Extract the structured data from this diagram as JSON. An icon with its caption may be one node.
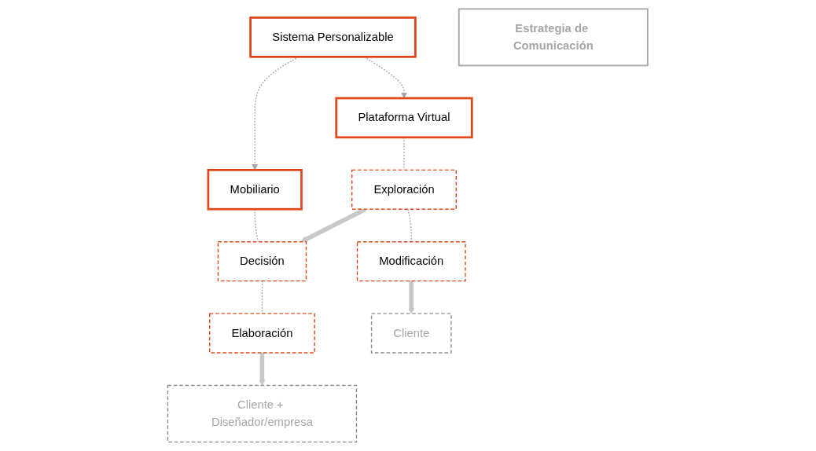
{
  "diagram": {
    "nodes": [
      {
        "text": [
          "Sistema Personalizable"
        ]
      },
      {
        "text": [
          "Plataforma Virtual"
        ]
      },
      {
        "text": [
          "Mobiliario"
        ]
      },
      {
        "text": [
          "Exploración"
        ]
      },
      {
        "text": [
          "Modificación"
        ]
      },
      {
        "text": [
          "Decisión"
        ]
      },
      {
        "text": [
          "Elaboración"
        ]
      },
      {
        "text": [
          "Cliente"
        ]
      },
      {
        "text": [
          "Cliente + Diseñador/empresa"
        ]
      },
      {
        "text": [
          "Estrategia de Comunicación"
        ]
      }
    ],
    "edges": [
      {
        "from": 0,
        "to": 1,
        "arrow": "to",
        "style": "dashed"
      },
      {
        "from": 0,
        "to": 2,
        "arrow": "to",
        "style": "dashed"
      },
      {
        "from": 1,
        "to": 3,
        "arrow": "none",
        "style": "dashed"
      },
      {
        "from": 3,
        "to": 4,
        "arrow": "none",
        "style": "dashed"
      },
      {
        "from": 2,
        "to": 5,
        "arrow": "none",
        "style": "dashed"
      },
      {
        "from": 5,
        "to": 6,
        "arrow": "none",
        "style": "dashed"
      },
      {
        "from": 3,
        "to": 5,
        "arrow": "to",
        "style": "thick",
        "color": "#c8c8c8"
      },
      {
        "from": 4,
        "to": 7,
        "arrow": "to",
        "style": "thick",
        "color": "#c8c8c8"
      },
      {
        "from": 6,
        "to": 8,
        "arrow": "to",
        "style": "thick",
        "color": "#c8c8c8"
      }
    ]
  }
}
